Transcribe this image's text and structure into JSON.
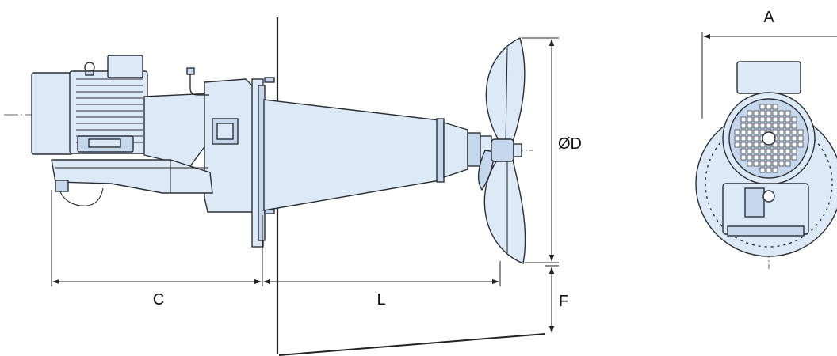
{
  "dimensions": {
    "C": "C",
    "L": "L",
    "D": "ØD",
    "F": "F",
    "A": "A"
  },
  "colors": {
    "body_fill": "#dce9f7",
    "body_shade": "#c4d7ec",
    "outline": "#2a2f36",
    "dim_line": "#222222"
  }
}
